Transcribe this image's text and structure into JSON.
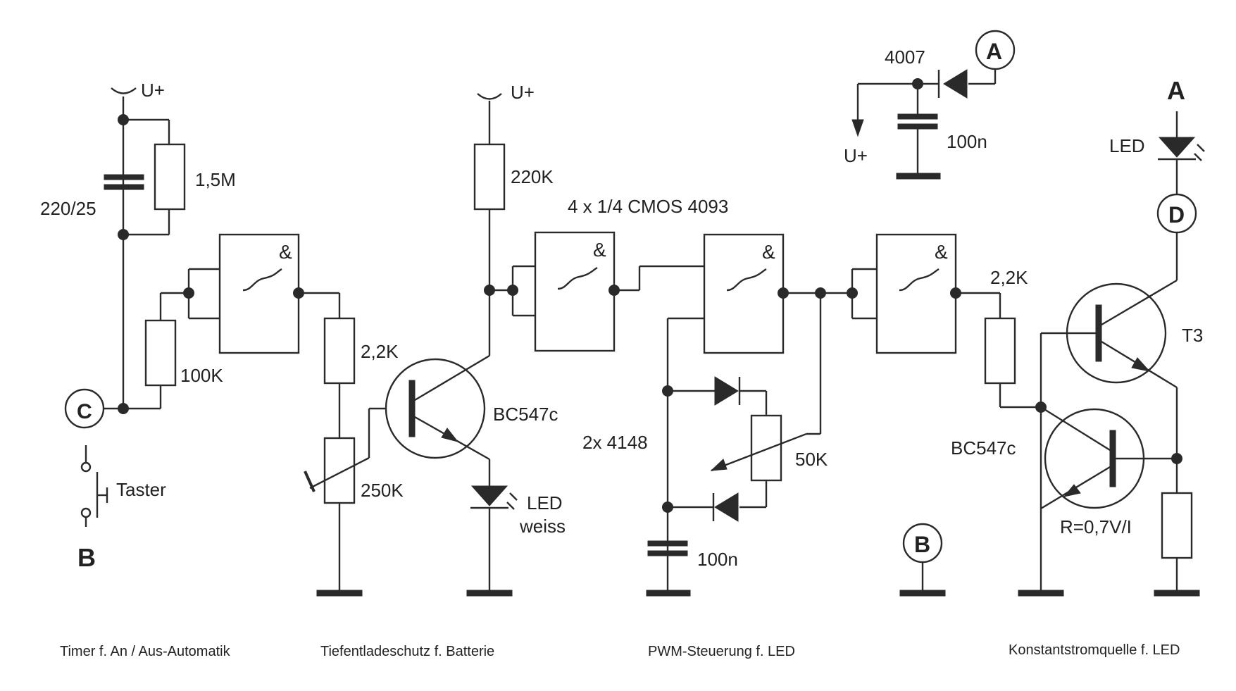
{
  "labels": {
    "u_plus_1": "U+",
    "u_plus_2": "U+",
    "u_plus_3": "U+",
    "cap_220": "220/25",
    "r_1m5": "1,5M",
    "r_100k": "100K",
    "r_2k2_a": "2,2K",
    "pot_250k": "250K",
    "r_220k": "220K",
    "t_bc547_a": "BC547c",
    "led_white_1": "LED",
    "led_white_2": "weiss",
    "cmos": "4 x 1/4 CMOS 4093",
    "diodes_4148": "2x 4148",
    "pot_50k": "50K",
    "cap_100n_pwm": "100n",
    "diode_4007": "4007",
    "cap_100n_top": "100n",
    "r_2k2_b": "2,2K",
    "t3": "T3",
    "t_bc547_b": "BC547c",
    "r_formula": "R=0,7V/I",
    "led_top": "LED",
    "taster": "Taster",
    "gate_symbol": "&"
  },
  "terminals": {
    "a_circle": "A",
    "a_bold": "A",
    "b_bold": "B",
    "b_circle": "B",
    "c_circle": "C",
    "d_circle": "D"
  },
  "captions": {
    "timer": "Timer f. An / Aus-Automatik",
    "tiefentlade": "Tiefentladeschutz f. Batterie",
    "pwm": "PWM-Steuerung f. LED",
    "konstant": "Konstantstromquelle f. LED"
  }
}
